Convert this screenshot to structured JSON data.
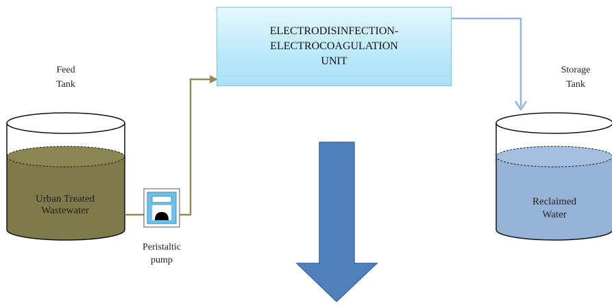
{
  "feed_tank": {
    "label_line1": "Feed",
    "label_line2": "Tank",
    "content_line1": "Urban Treated",
    "content_line2": "Wastewater",
    "liquid_color": "#7f7a49"
  },
  "storage_tank": {
    "label_line1": "Storage",
    "label_line2": "Tank",
    "content_line1": "Reclaimed",
    "content_line2": "Water",
    "liquid_color": "#95b3d7"
  },
  "pump": {
    "label_line1": "Peristaltic",
    "label_line2": "pump"
  },
  "unit": {
    "line1": "ELECTRODISINFECTION-",
    "line2": "ELECTROCOAGULATION",
    "line3": "UNIT"
  },
  "colors": {
    "feed_pipe": "#948a54",
    "output_pipe": "#95b3d7",
    "down_arrow": "#4f81bd"
  }
}
